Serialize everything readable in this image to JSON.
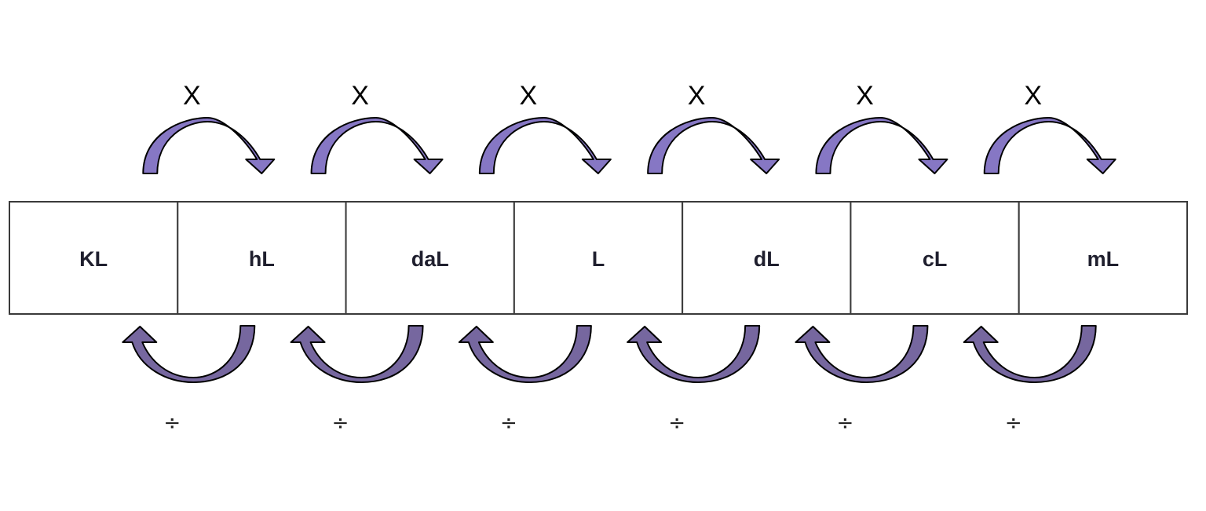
{
  "units": [
    "KL",
    "hL",
    "daL",
    "L",
    "dL",
    "cL",
    "mL"
  ],
  "multiply_symbol": "X",
  "divide_symbol": "÷",
  "colors": {
    "arrow_top": "#8677c4",
    "arrow_bottom": "#76679f",
    "cell_border": "#3a3a3a",
    "label": "#1f1f2e"
  }
}
